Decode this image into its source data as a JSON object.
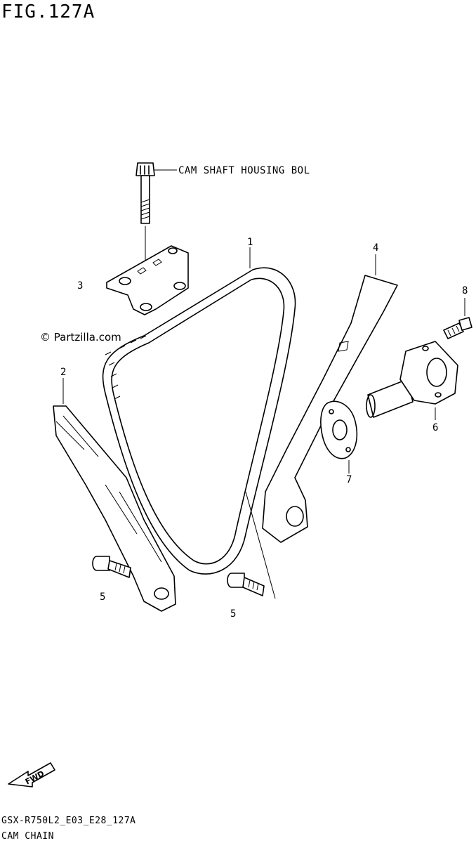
{
  "figure": {
    "title": "FIG.127A",
    "callout": "CAM SHAFT HOUSING BOL",
    "watermark": "© Partzilla.com",
    "footer_code": "GSX-R750L2_E03_E28_127A",
    "footer_name": "CAM CHAIN",
    "fwd_label": "FWD"
  },
  "parts": [
    {
      "id": "part-1",
      "label": "1"
    },
    {
      "id": "part-2",
      "label": "2"
    },
    {
      "id": "part-3",
      "label": "3"
    },
    {
      "id": "part-4",
      "label": "4"
    },
    {
      "id": "part-5a",
      "label": "5"
    },
    {
      "id": "part-5b",
      "label": "5"
    },
    {
      "id": "part-6",
      "label": "6"
    },
    {
      "id": "part-7",
      "label": "7"
    },
    {
      "id": "part-8",
      "label": "8"
    }
  ]
}
